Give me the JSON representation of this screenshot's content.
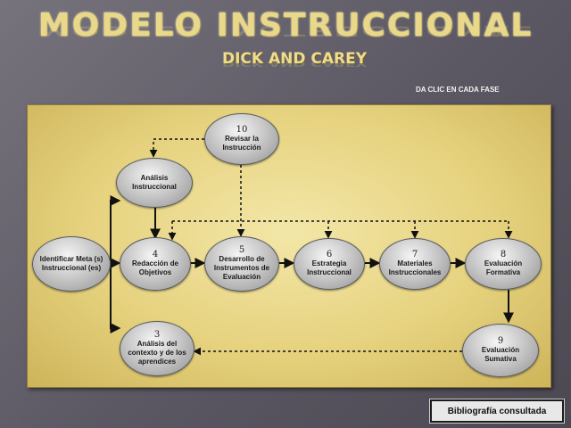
{
  "header": {
    "title": "MODELO INSTRUCCIONAL",
    "subtitle": "DICK AND CAREY",
    "hint": "DA CLIC EN CADA FASE"
  },
  "nodes": {
    "revisar": {
      "num": "10",
      "label": "Revisar la\nInstrucción"
    },
    "analisis": {
      "num": "",
      "label": "Análisis\nInstruccional"
    },
    "identificar": {
      "num": "",
      "label": "Identificar Meta (s)\nInstruccional (es)"
    },
    "redaccion": {
      "num": "4",
      "label": "Redacción de\nObjetivos"
    },
    "desarrollo": {
      "num": "5",
      "label": "Desarrollo de\nInstrumentos de\nEvaluación"
    },
    "estrategia": {
      "num": "6",
      "label": "Estrategia\nInstruccional"
    },
    "materiales": {
      "num": "7",
      "label": "Materiales\nInstruccionales"
    },
    "formativa": {
      "num": "8",
      "label": "Evaluación\nFormativa"
    },
    "contexto": {
      "num": "3",
      "label": "Análisis del\ncontexto y de los\naprendices"
    },
    "sumativa": {
      "num": "9",
      "label": "Evaluación\nSumativa"
    }
  },
  "footer": {
    "bibliografia": "Bibliografía consultada"
  }
}
